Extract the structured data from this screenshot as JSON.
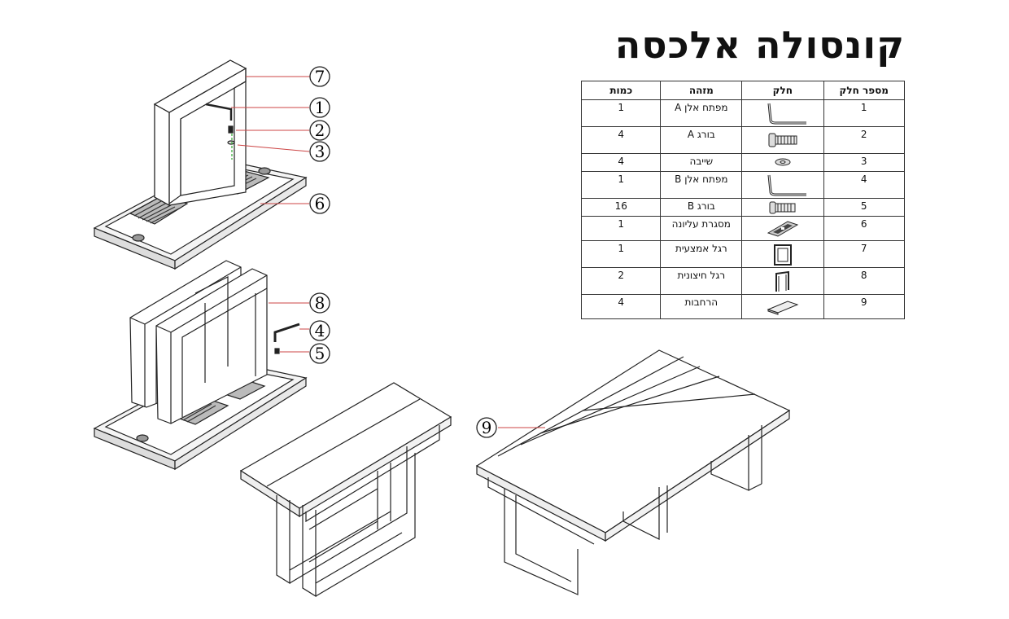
{
  "title": "קונסולה אלכסה",
  "table": {
    "headers": {
      "part_no": "מספר חלק",
      "part": "חלק",
      "identifier": "מזהה",
      "quantity": "כמות"
    },
    "rows": [
      {
        "no": "1",
        "icon": "allen-key-icon",
        "id": "מפתח אלן A",
        "qty": "1"
      },
      {
        "no": "2",
        "icon": "screw-icon",
        "id": "בורג A",
        "qty": "4"
      },
      {
        "no": "3",
        "icon": "washer-icon",
        "id": "שייבה",
        "qty": "4"
      },
      {
        "no": "4",
        "icon": "allen-key-icon",
        "id": "מפתח אלן B",
        "qty": "1"
      },
      {
        "no": "5",
        "icon": "screw-icon",
        "id": "בורג B",
        "qty": "16"
      },
      {
        "no": "6",
        "icon": "top-frame-icon",
        "id": "מסגרת עליונה",
        "qty": "1"
      },
      {
        "no": "7",
        "icon": "middle-leg-icon",
        "id": "רגל אמצעית",
        "qty": "1"
      },
      {
        "no": "8",
        "icon": "outer-leg-icon",
        "id": "רגל חיצונית",
        "qty": "2"
      },
      {
        "no": "9",
        "icon": "extension-board-icon",
        "id": "הרחבות",
        "qty": "4"
      }
    ]
  },
  "callouts": [
    "7",
    "1",
    "2",
    "3",
    "6",
    "8",
    "4",
    "5",
    "9"
  ]
}
